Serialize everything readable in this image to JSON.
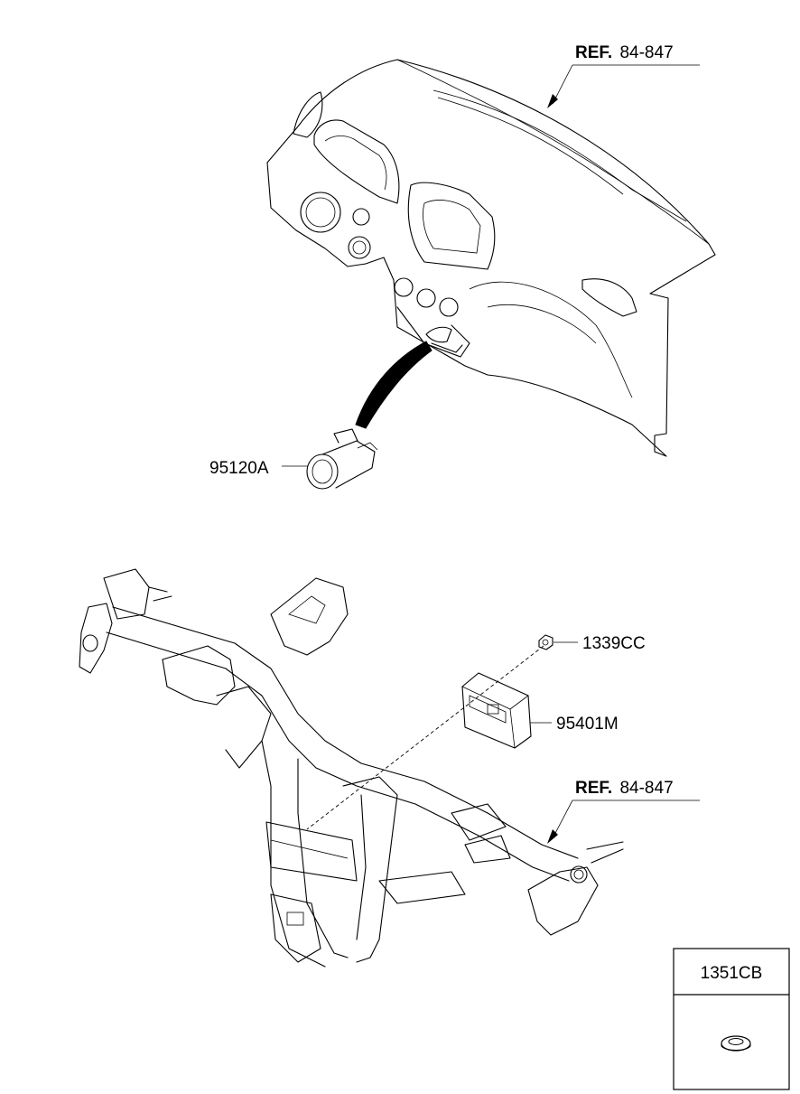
{
  "callouts": {
    "ref_top": {
      "prefix": "REF.",
      "code": "84-847"
    },
    "ref_bottom": {
      "prefix": "REF.",
      "code": "84-847"
    },
    "part_95120A": "95120A",
    "part_1339CC": "1339CC",
    "part_95401M": "95401M"
  },
  "legend_box": {
    "part": "1351CB"
  }
}
